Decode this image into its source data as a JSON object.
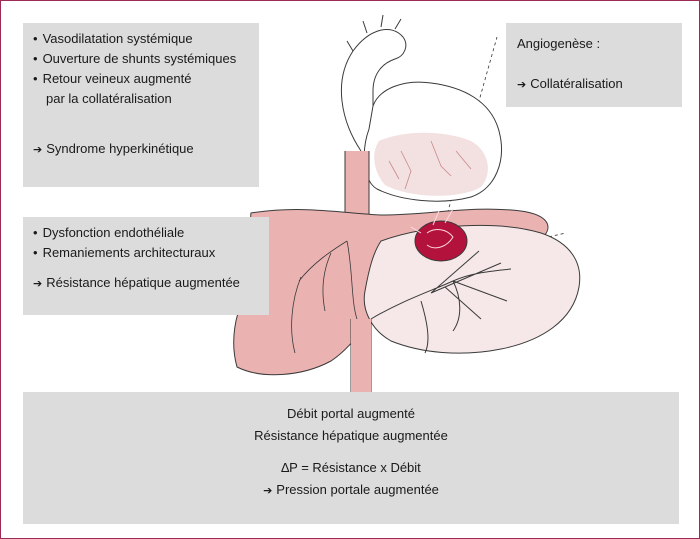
{
  "colors": {
    "frame": "#9b2a55",
    "box_fill": "#dcdcdc",
    "organ_fill": "#eab3b2",
    "organ_outline": "#3a3a3a",
    "varix_fill": "#b3123c"
  },
  "icons": {
    "arrow": "➔"
  },
  "boxes": {
    "systemic": {
      "items": [
        "Vasodilatation systémique",
        "Ouverture de shunts systémiques",
        "Retour veineux augmenté",
        "par la collatéralisation"
      ],
      "result": "Syndrome hyperkinétique"
    },
    "angiogenesis": {
      "title": "Angiogenèse :",
      "result": "Collatéralisation"
    },
    "hepatic": {
      "items": [
        "Dysfonction endothéliale",
        "Remaniements architecturaux"
      ],
      "result": "Résistance hépatique augmentée"
    },
    "portal": {
      "line1": "Débit portal augmenté",
      "line2": "Résistance hépatique augmentée",
      "equation": "∆P = Résistance x Débit",
      "result": "Pression portale augmentée"
    }
  }
}
